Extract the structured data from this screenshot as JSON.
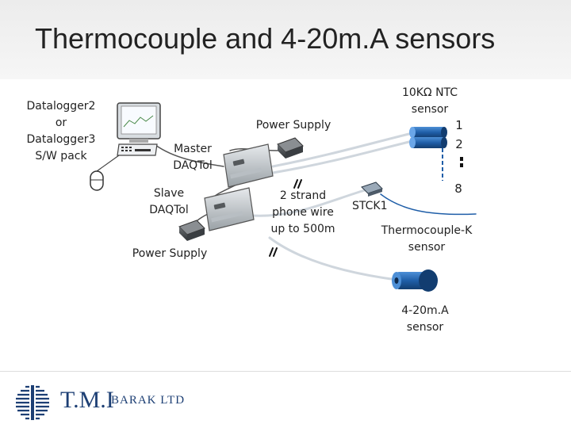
{
  "title": "Thermocouple and 4-20m.A sensors",
  "labels": {
    "software_line1": "Datalogger2",
    "software_line2": "or",
    "software_line3": "Datalogger3",
    "software_line4": "S/W pack",
    "master_line1": "Master",
    "master_line2": "DAQTol",
    "slave_line1": "Slave",
    "slave_line2": "DAQTol",
    "power_supply_top": "Power Supply",
    "power_supply_bottom": "Power Supply",
    "wire_line1": "2 strand",
    "wire_line2": "phone wire",
    "wire_line3": "up to 500m",
    "ntc_line1": "10KΩ NTC",
    "ntc_line2": "sensor",
    "ntc_index_1": "1",
    "ntc_index_2": "2",
    "ntc_index_8": "8",
    "stck": "STCK1",
    "thermocouple_line1": "Thermocouple-K",
    "thermocouple_line2": "sensor",
    "current_line1": "4-20m.A",
    "current_line2": "sensor"
  },
  "logo": {
    "name": "T.M.I",
    "suffix": "BARAK LTD"
  },
  "colors": {
    "device_gray": "#9aa1a6",
    "device_dark": "#55595c",
    "sensor_blue": "#1f5ea8",
    "logo_blue": "#1d3f74",
    "wire_light": "#cfd6dd"
  }
}
